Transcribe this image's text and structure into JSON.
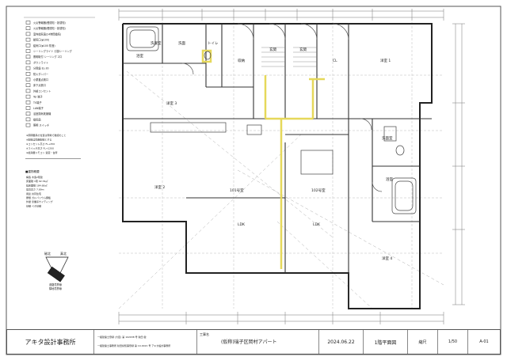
{
  "legend": {
    "items": [
      "火災警報器(煙感知・熱感知)",
      "火災警報器(煙感知・熱感知)",
      "室内換気扇(24時間換気)",
      "給気口(φ100)",
      "給気口(φ100 防音)",
      "シーリングライト 引掛シーリング",
      "照明取付 シーリング 2口",
      "ダウンライト",
      "分電盤 EL-30",
      "防火ダンパー",
      "小屋裏点検口",
      "床下点検口",
      "外部コンセント",
      "Tel 端子",
      "TV端子",
      "LAN端子",
      "浴室換気乾燥機",
      "換気扇",
      "照明 スイッチ"
    ],
    "notes": [
      "※照明器具の位置は現場で確認のこと",
      "※配線は隠蔽配線とする",
      "※コンセント高さ FL+250",
      "※スイッチ高さ FL+1200",
      "※給湯器リモコン 浴室・台所"
    ],
    "sub_title": "■建物概要",
    "sub_notes": [
      "構造 木造2階建",
      "床面積 1階 92.34㎡",
      "延床面積 184.68㎡",
      "最高高さ 7.89m",
      "用途 共同住宅",
      "屋根 ガルバリウム鋼板",
      "外壁 窯業系サイディング",
      "基礎 ベタ基礎"
    ]
  },
  "rooms": {
    "washroom_tl": "洗面",
    "bath_tl": "浴室",
    "washer_tl": "洗濯室",
    "toilet_tl": "トイレ",
    "entrance_1": "玄関",
    "entrance_2": "玄関",
    "western_3": "洋室 3",
    "western_1": "洋室 1",
    "ldk_left": "LDK",
    "ldk_right": "LDK",
    "western_2": "洋室 2",
    "western_4": "洋室 4",
    "washroom_r": "洗面室",
    "bath_r": "浴室",
    "unit_101": "101号室",
    "unit_102": "102号室",
    "storage": "収納",
    "closet": "CL"
  },
  "north": {
    "labels": [
      "磁北",
      "真北"
    ],
    "caption": [
      "道路境界線",
      "隣地境界線"
    ]
  },
  "title_block": {
    "firm": "アキタ設計事務所",
    "reg_1": "一級建築士登録 (大臣) 第 102938 号 秋田 健",
    "reg_2": "一級建築士事務所 秋田県知事登録 第 10-0021 号 アキタ設計事務所",
    "project_label": "工事名",
    "project": "(仮称)瑞子区岡村アパート",
    "date": "2024.06.22",
    "drawing_name": "1階平面図",
    "rotate": "縮尺",
    "scale": "1/50",
    "drawing_no": "A-01"
  }
}
